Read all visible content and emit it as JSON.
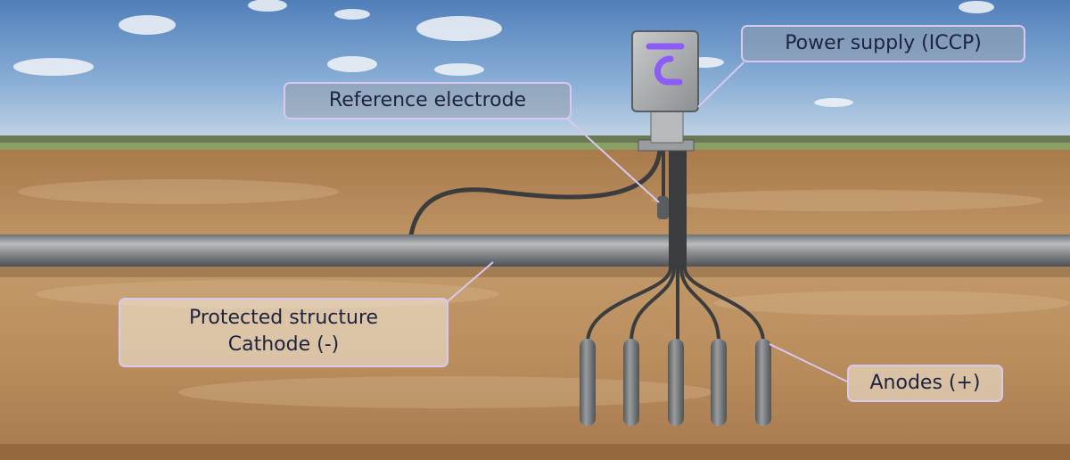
{
  "labels": {
    "power_supply": "Power supply (ICCP)",
    "reference_electrode": "Reference electrode",
    "protected_structure": "Protected structure",
    "cathode": "Cathode (-)",
    "anodes": "Anodes (+)"
  },
  "colors": {
    "label_border": "#d9c8f0",
    "label_text": "#1d2340",
    "logo": "#8b5cf6",
    "sky": "#7aa3d2",
    "soil": "#b8885a",
    "pipe": "#8a8d90",
    "cable": "#3a3c3e"
  },
  "icons": {
    "power_supply_logo": "stylized-c-logo-icon"
  }
}
